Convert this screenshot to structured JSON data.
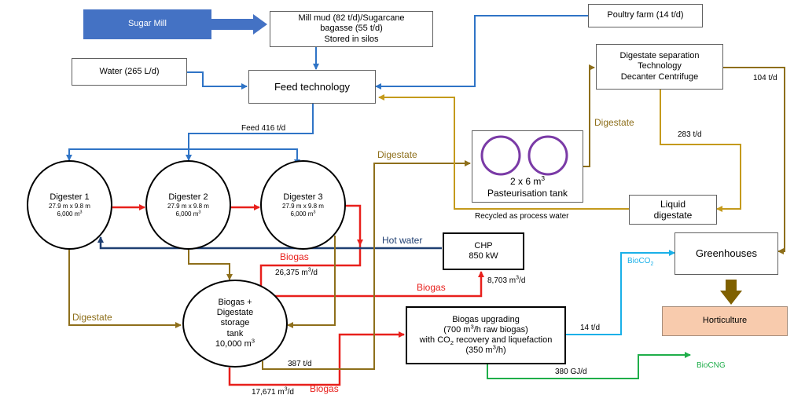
{
  "nodes": {
    "sugar_mill": "Sugar Mill",
    "mill_mud": [
      "Mill mud (82 t/d)/Sugarcane",
      "bagasse (55 t/d)",
      "Stored in silos"
    ],
    "poultry_farm": "Poultry farm (14 t/d)",
    "water": "Water (265 L/d)",
    "feed_technology": "Feed technology",
    "separation": [
      "Digestate separation",
      "Technology",
      "Decanter Centrifuge"
    ],
    "digesters": [
      {
        "name": "Digester 1",
        "dims": "27.9 m x 9.8 m",
        "volume": "6,000 m",
        "volume_sup": "3"
      },
      {
        "name": "Digester 2",
        "dims": "27.9 m x 9.8 m",
        "volume": "6,000 m",
        "volume_sup": "3"
      },
      {
        "name": "Digester 3",
        "dims": "27.9 m x 9.8 m",
        "volume": "6,000 m",
        "volume_sup": "3"
      }
    ],
    "pasteurisation": {
      "size": "2 x 6 m",
      "size_sup": "3",
      "label": "Pasteurisation tank"
    },
    "liquid_digestate": [
      "Liquid",
      "digestate"
    ],
    "chp": [
      "CHP",
      "850 kW"
    ],
    "greenhouses": "Greenhouses",
    "horticulture": "Horticulture",
    "storage_tank": {
      "lines": [
        "Biogas +",
        "Digestate",
        "storage",
        "tank"
      ],
      "volume": "10,000 m",
      "volume_sup": "3"
    },
    "upgrading": {
      "line1": "Biogas upgrading",
      "line2_a": "(700 m",
      "line2_sup": "3",
      "line2_b": "/h raw biogas)",
      "line3_a": "with CO",
      "line3_sub": "2",
      "line3_b": " recovery and liquefaction",
      "line4_a": "(350 m",
      "line4_sup": "3",
      "line4_b": "/h)"
    }
  },
  "labels": {
    "feed": "Feed 416 t/d",
    "digestate_a": "Digestate",
    "digestate_b": "Digestate",
    "digestate_c": "Digestate",
    "flow_104": "104 t/d",
    "flow_283": "283 t/d",
    "recycled": "Recycled as process water",
    "hot_water": "Hot water",
    "biogas_a": "Biogas",
    "biogas_b": "Biogas",
    "biogas_c": "Biogas",
    "flow_26375": "26,375 m",
    "flow_26375_suffix": "/d",
    "flow_8703": "8,703 m",
    "flow_8703_suffix": "/d",
    "flow_387": "387 t/d",
    "flow_17671": "17,671 m",
    "flow_17671_suffix": "/d",
    "flow_14": "14 t/d",
    "bioco2_a": "BioCO",
    "bioco2_sub": "2",
    "flow_380": "380 GJ/d",
    "biocng": "BioCNG",
    "sup3": "3"
  },
  "colors": {
    "blue": "#2f74c6",
    "dark_blue": "#1f3f72",
    "red": "#e8201c",
    "brown": "#8e6f1b",
    "gold": "#c49a1c",
    "cyan": "#1ab0e8",
    "green": "#1fae4a",
    "purple": "#7a3aa6",
    "sugar_mill_fill": "#4472c4",
    "horticulture_fill": "#f8cbad",
    "arrow_olive": "#7f6000"
  }
}
